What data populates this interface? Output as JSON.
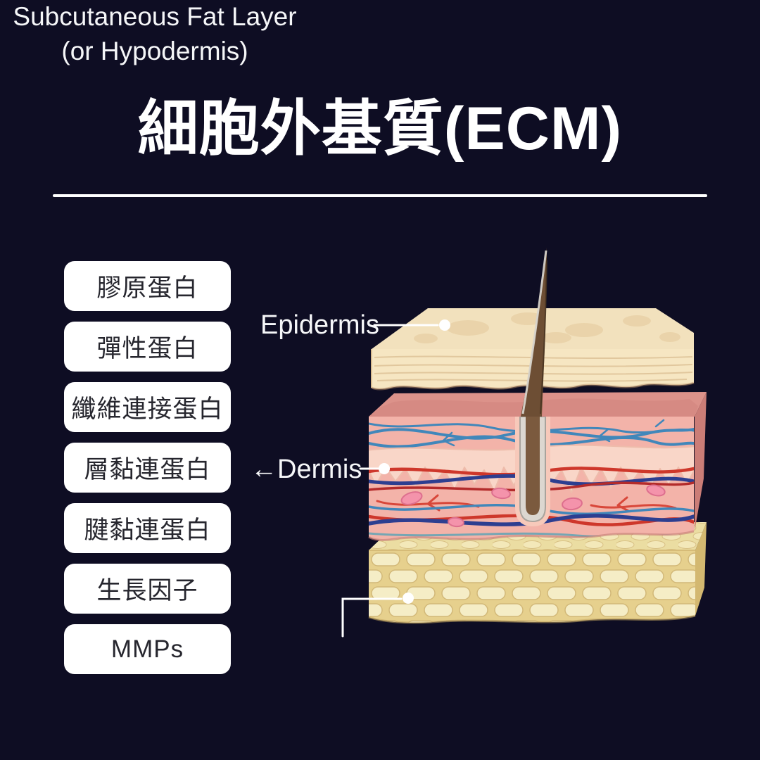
{
  "canvas": {
    "background_color": "#0e0d23",
    "text_color": "#ffffff"
  },
  "title": {
    "text": "細胞外基質(ECM)"
  },
  "divider": {
    "color": "#ffffff"
  },
  "ecm_components": [
    "膠原蛋白",
    "彈性蛋白",
    "纖維連接蛋白",
    "層黏連蛋白",
    "腱黏連蛋白",
    "生長因子",
    "MMPs"
  ],
  "component_chip": {
    "background": "#ffffff",
    "text_color": "#26262e"
  },
  "diagram": {
    "type": "skin-cross-section-exploded-3d",
    "layer_labels": {
      "epidermis": "Epidermis",
      "dermis": "←Dermis",
      "subcutaneous_line1": "Subcutaneous Fat Layer",
      "subcutaneous_line2": "(or Hypodermis)"
    },
    "layer_colors": {
      "epidermis": "#f6e6c2",
      "dermis": "#f3b3a9",
      "dermis_papillae": "#f9d6c8",
      "subcutaneous_fat": "#e6d08d",
      "vessel_blue": "#4187ba",
      "vessel_dark_blue": "#2d3e90",
      "vessel_red": "#ce372b",
      "hair": "#6d4e34",
      "leader_line": "#ffffff"
    }
  }
}
